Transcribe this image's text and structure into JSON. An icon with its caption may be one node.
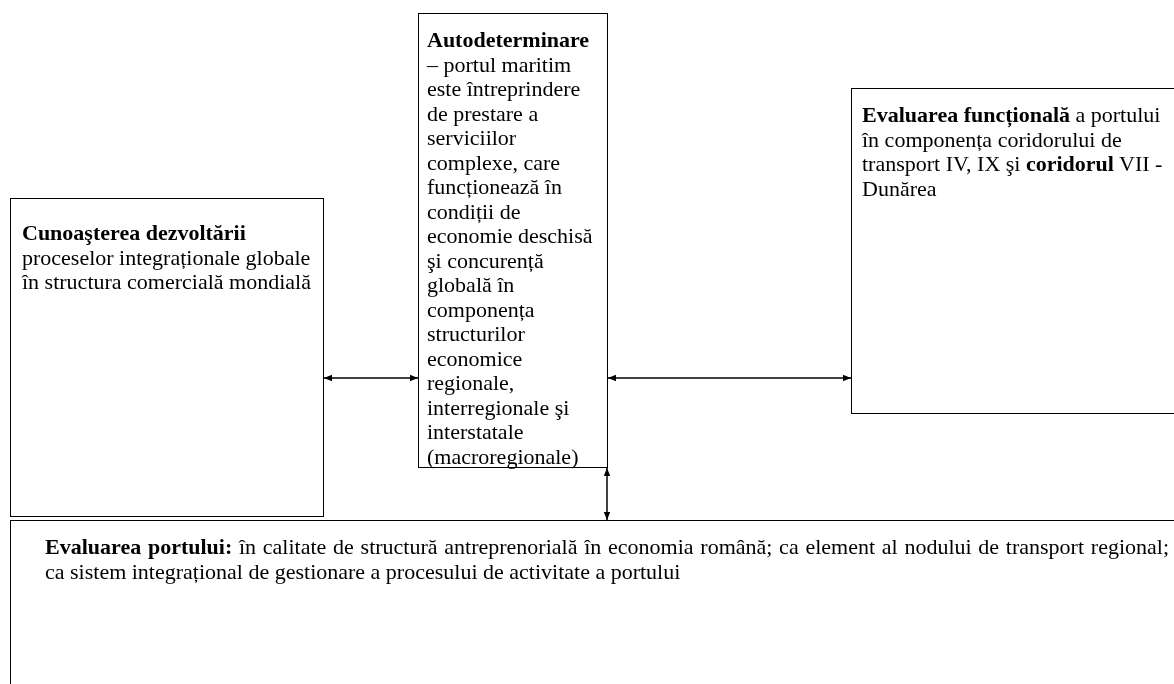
{
  "diagram": {
    "nodes": [
      {
        "text": [
          "**Cunoaşterea dezvoltării** proceselor integraționale globale în structura comercială mondială"
        ]
      },
      {
        "text": [
          "**Autodeterminare** – portul maritim este întreprindere de prestare a serviciilor complexe, care funcționează în condiții de economie deschisă şi concurență globală în componența structurilor economice regionale, interregionale şi interstatale (macroregionale)"
        ]
      },
      {
        "text": [
          "**Evaluarea funcțională** a portului în componența coridorului de transport IV, IX şi **coridorul** VII - Dunărea"
        ]
      },
      {
        "text": [
          "**Evaluarea portului:** în calitate de structură antreprenorială în economia română; ca element al nodului de transport regional; ca sistem integrațional de gestionare a procesului de activitate a portului"
        ]
      }
    ],
    "edges": [
      {
        "from": 0,
        "to": 1,
        "arrow": "both"
      },
      {
        "from": 1,
        "to": 2,
        "arrow": "both"
      },
      {
        "from": 1,
        "to": 3,
        "arrow": "both"
      }
    ]
  }
}
